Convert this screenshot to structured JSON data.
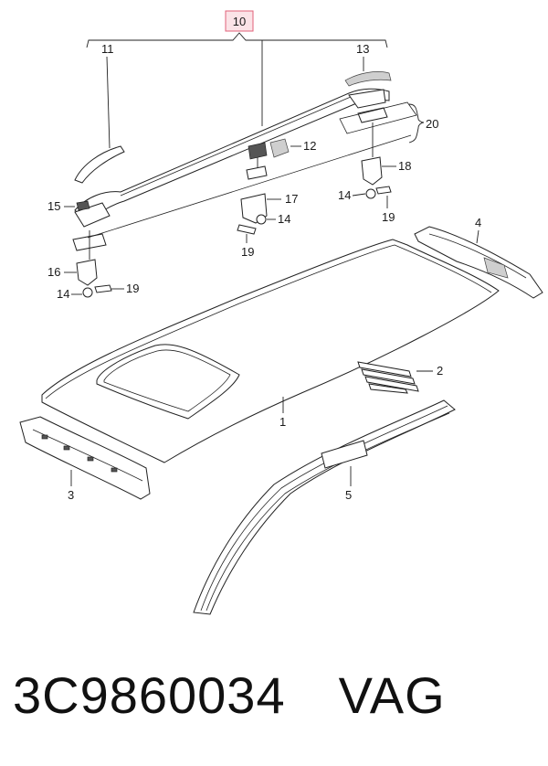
{
  "diagram": {
    "labels": {
      "p1": "1",
      "p2": "2",
      "p3": "3",
      "p4": "4",
      "p5": "5",
      "p10": "10",
      "p11": "11",
      "p12": "12",
      "p13": "13",
      "p14a": "14",
      "p14b": "14",
      "p14c": "14",
      "p15": "15",
      "p16": "16",
      "p17": "17",
      "p18": "18",
      "p19a": "19",
      "p19b": "19",
      "p19c": "19",
      "p20": "20"
    },
    "highlight_color": "#e0607a",
    "highlight_fill": "#fbe3e7"
  },
  "footer": {
    "part_number": "3C9860034",
    "brand": "VAG"
  }
}
